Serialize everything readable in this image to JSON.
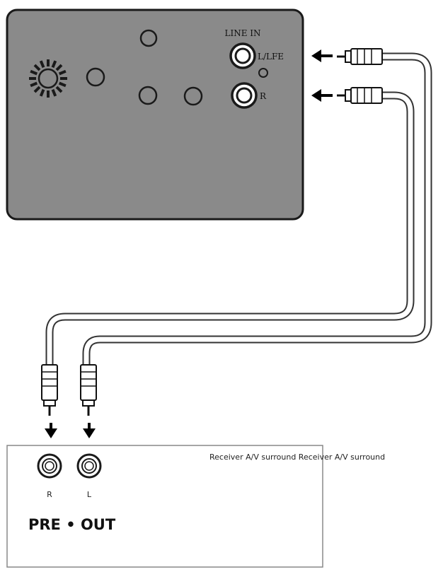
{
  "subwoofer": {
    "input_group_label": "LINE IN",
    "left_jack_label": "L/LFE",
    "right_jack_label": "R",
    "panel_color": "#8a8a8a"
  },
  "receiver": {
    "caption": "Receiver A/V surround Receiver A/V surround",
    "right_jack_label": "R",
    "left_jack_label": "L",
    "output_label": "PRE • OUT"
  },
  "icons": {
    "power_led": "sun-burst-icon",
    "arrow": "arrow-icon",
    "plug": "rca-plug-icon"
  }
}
